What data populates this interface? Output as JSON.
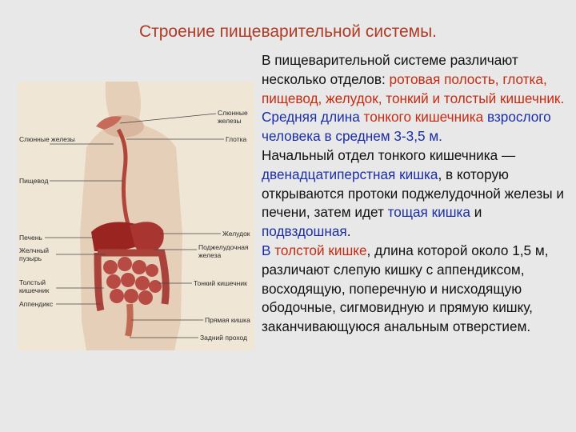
{
  "title": "Строение пищеварительной системы.",
  "figure": {
    "labels_left": [
      "Слюнные железы",
      "Пищевод",
      "Печень",
      "Желчный пузырь",
      "Толстый кишечник",
      "Аппендикс"
    ],
    "labels_right": [
      "Слюнные железы",
      "Глотка",
      "Желудок",
      "Поджелудочная железа",
      "Тонкий кишечник",
      "Прямая кишка",
      "Задний проход"
    ]
  },
  "text": {
    "p1": {
      "a": "В пищеварительной системе различают несколько отделов: ",
      "b": "ротовая полость, глотка, пищевод, желудок, тонкий и толстый кишечник."
    },
    "p2": {
      "a": "Средняя длина ",
      "b": "тонкого кишечника",
      "c": " взрослого человека в среднем 3-3,5 м."
    },
    "p3": {
      "a": "Начальный отдел тонкого кишечника — ",
      "b": "двенадцатиперстная кишка",
      "c": ", в которую открываются протоки поджелудочной железы и печени, затем идет ",
      "d": "тощая кишка",
      "e": " и ",
      "f": "подвздошная",
      "g": "."
    },
    "p4": {
      "a": "В ",
      "b": "толстой кишке",
      "c": ", длина которой около 1,5 м, различают слепую кишку с аппендиксом, восходящую, поперечную и нисходящую ободочные, сигмовидную и прямую кишку, заканчивающуюся анальным отверстием."
    }
  },
  "colors": {
    "title": "#b03a24",
    "highlight_red": "#c62b12",
    "highlight_blue": "#1b2ea6"
  }
}
